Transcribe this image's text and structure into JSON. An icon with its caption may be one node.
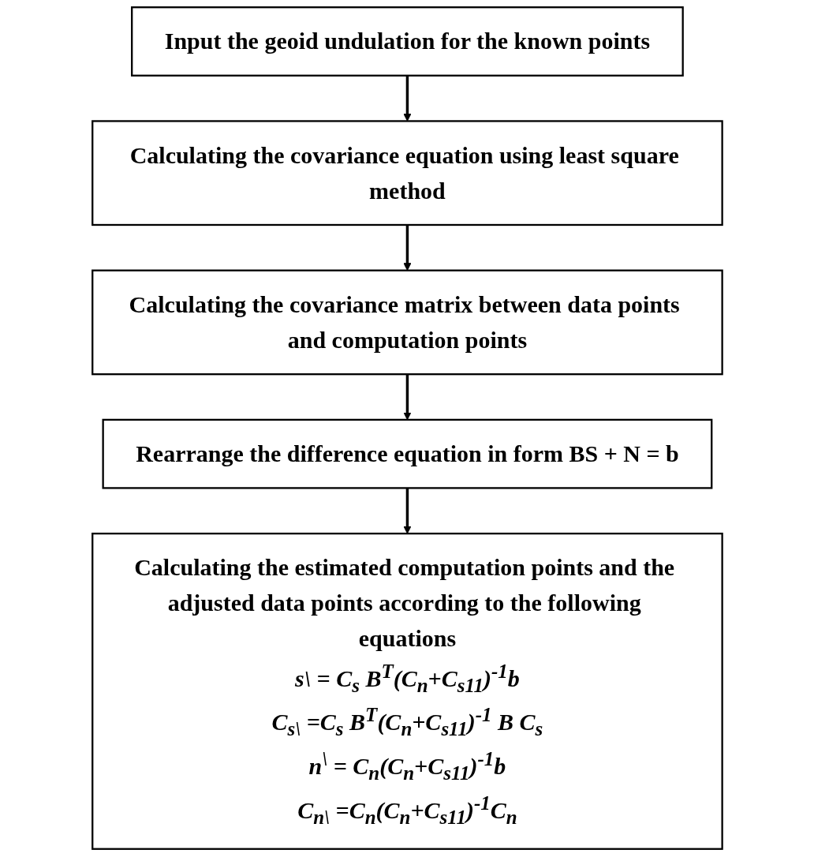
{
  "diagram": {
    "nodes": [
      {
        "text": [
          "Input the geoid undulation for the known points"
        ]
      },
      {
        "text": [
          "Calculating the covariance equation using least square method"
        ]
      },
      {
        "text": [
          "Calculating the covariance matrix between data points and computation points"
        ]
      },
      {
        "text": [
          "Rearrange the difference equation in form BS + N = b"
        ]
      },
      {
        "text": [
          "Calculating the estimated computation points and the adjusted data points according to the following equations",
          "s\\ = C$_{s}$ B$^{T}$(C$_{n}$+C$_{s11}$)$^{-1}$b",
          "C$_{s\\}$ =C$_{s}$ B$^{T}$(C$_{n}$+C$_{s11}$)$^{-1}$ B C$_{s}$",
          "n$^{\\}$ = C$_{n}$(C$_{n}$+C$_{s11}$)$^{-1}$b",
          "C$_{n\\}$ =C$_{n}$(C$_{n}$+C$_{s11}$)$^{-1}$C$_{n}$"
        ]
      }
    ],
    "edges": [
      {
        "from": 0,
        "to": 1,
        "arrow": "to"
      },
      {
        "from": 1,
        "to": 2,
        "arrow": "to"
      },
      {
        "from": 2,
        "to": 3,
        "arrow": "to"
      },
      {
        "from": 3,
        "to": 4,
        "arrow": "to"
      }
    ]
  }
}
